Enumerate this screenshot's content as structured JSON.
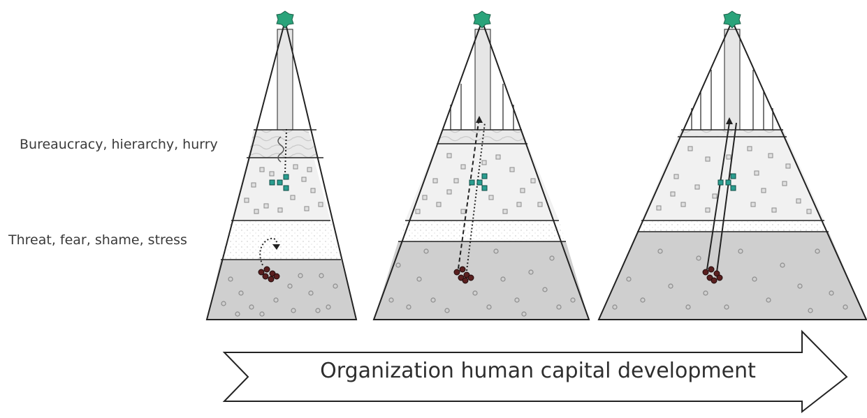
{
  "labels": {
    "bureaucracy": "Bureaucracy, hierarchy, hurry",
    "threat": "Threat, fear, shame, stress"
  },
  "arrow": {
    "caption": "Organization human capital development"
  },
  "pyramids": [
    {
      "stage": 1,
      "connection": "blocked"
    },
    {
      "stage": 2,
      "connection": "dashed"
    },
    {
      "stage": 3,
      "connection": "solid"
    }
  ],
  "colors": {
    "top_star": "#2aa37a",
    "node": "#2a9d8f",
    "cluster": "#5a1f1f",
    "middle_band": "#f1f1f1",
    "bottom_band": "#cfcfcf",
    "outline": "#222222"
  }
}
